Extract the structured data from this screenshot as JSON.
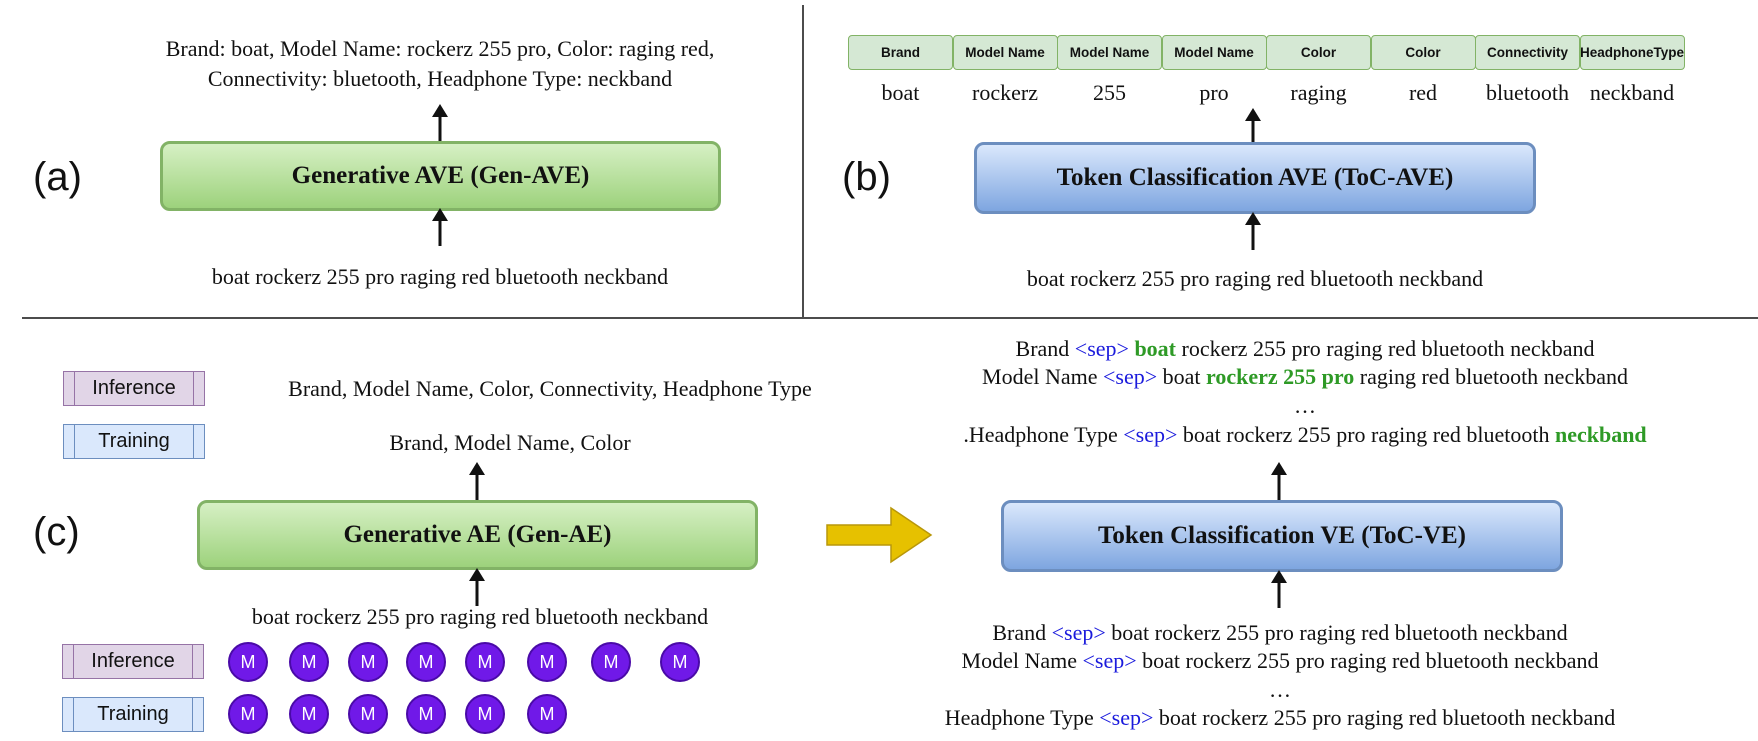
{
  "panels": {
    "a": {
      "label": "(a)",
      "output_line1": "Brand: boat, Model Name: rockerz 255 pro, Color: raging red,",
      "output_line2": "Connectivity: bluetooth, Headphone Type: neckband",
      "model": "Generative AVE (Gen-AVE)",
      "input": "boat rockerz 255 pro raging red bluetooth neckband"
    },
    "b": {
      "label": "(b)",
      "tags": [
        "Brand",
        "Model Name",
        "Model Name",
        "Model Name",
        "Color",
        "Color",
        "Connectivity",
        "HeadphoneType"
      ],
      "tokens": [
        "boat",
        "rockerz",
        "255",
        "pro",
        "raging",
        "red",
        "bluetooth",
        "neckband"
      ],
      "model": "Token Classification AVE (ToC-AVE)",
      "input": "boat rockerz 255 pro raging red bluetooth neckband"
    },
    "c": {
      "label": "(c)",
      "legend_inference": "Inference",
      "legend_training": "Training",
      "inference_output": "Brand, Model Name, Color, Connectivity, Headphone Type",
      "training_output": "Brand, Model Name, Color",
      "gen_model": "Generative AE (Gen-AE)",
      "gen_input": "boat rockerz 255 pro raging red bluetooth neckband",
      "mask_token": "M",
      "inference_mask_count": 8,
      "training_mask_count": 6,
      "toc_model": "Token Classification VE  (ToC-VE)",
      "sep_token": "<sep>",
      "ellipsis": "…",
      "toc_outputs": [
        {
          "attr": "Brand",
          "before": "",
          "value": "boat",
          "after": "rockerz 255 pro raging red bluetooth neckband"
        },
        {
          "attr": "Model Name",
          "before": "boat",
          "value": "rockerz 255 pro",
          "after": "raging red bluetooth neckband"
        },
        {
          "attr": ".Headphone Type",
          "before": "boat rockerz 255 pro raging red bluetooth",
          "value": "neckband",
          "after": ""
        }
      ],
      "toc_inputs": [
        {
          "attr": "Brand",
          "text": "boat rockerz 255 pro raging red bluetooth neckband"
        },
        {
          "attr": "Model Name",
          "text": "boat rockerz 255 pro raging red bluetooth neckband"
        },
        {
          "attr": "Headphone Type",
          "text": "boat rockerz 255 pro raging red bluetooth neckband"
        }
      ]
    }
  },
  "colors": {
    "gen_border": "#82b366",
    "toc_border": "#6c8ebf",
    "inference_legend": "#e1d5e7",
    "training_legend": "#dae8fc",
    "mask_fill": "#7019e8",
    "sep_text": "#1a1adc",
    "highlight_text": "#2e9a26",
    "transfer_arrow": "#e6c100"
  }
}
